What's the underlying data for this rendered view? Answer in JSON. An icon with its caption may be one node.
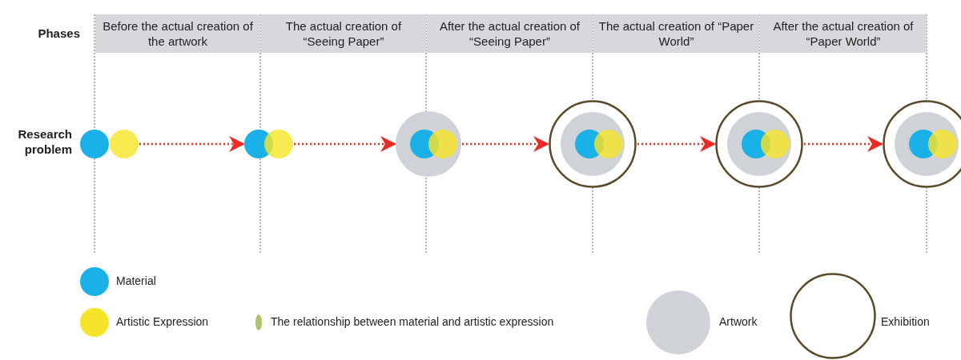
{
  "diagram": {
    "nodes": [
      {
        "text": [
          "Before the actual creation of the artwork"
        ]
      },
      {
        "text": [
          "The actual creation of “Seeing Paper”"
        ]
      },
      {
        "text": [
          "After the actual creation of “Seeing Paper”"
        ]
      },
      {
        "text": [
          "The actual creation of “Paper World”"
        ]
      },
      {
        "text": [
          "After the actual creation of “Paper World”"
        ]
      },
      {
        "text": [],
        "shape": "circle"
      },
      {
        "text": [],
        "shape": "circle"
      },
      {
        "text": [],
        "shape": "circle"
      },
      {
        "text": [],
        "shape": "circle"
      },
      {
        "text": [],
        "shape": "circle"
      },
      {
        "text": [],
        "shape": "circle"
      }
    ],
    "edges": [
      {
        "from": 5,
        "to": 6,
        "arrow": "to",
        "style": "dashed"
      },
      {
        "from": 6,
        "to": 7,
        "arrow": "to",
        "style": "dashed"
      },
      {
        "from": 7,
        "to": 8,
        "arrow": "to",
        "style": "dashed"
      },
      {
        "from": 8,
        "to": 9,
        "arrow": "to",
        "style": "dashed"
      },
      {
        "from": 9,
        "to": 10,
        "arrow": "to",
        "style": "dashed"
      }
    ],
    "labels": [
      "Phases",
      "Research problem"
    ],
    "legend": [
      {
        "text": "Material",
        "color": "#1ab0e8"
      },
      {
        "text": "Artistic Expression",
        "color": "#f5e42a"
      },
      {
        "text": "The relationship between material and artistic expression"
      },
      {
        "text": "Artwork",
        "color": "#cfd3d8"
      },
      {
        "text": "Exhibition"
      }
    ]
  }
}
